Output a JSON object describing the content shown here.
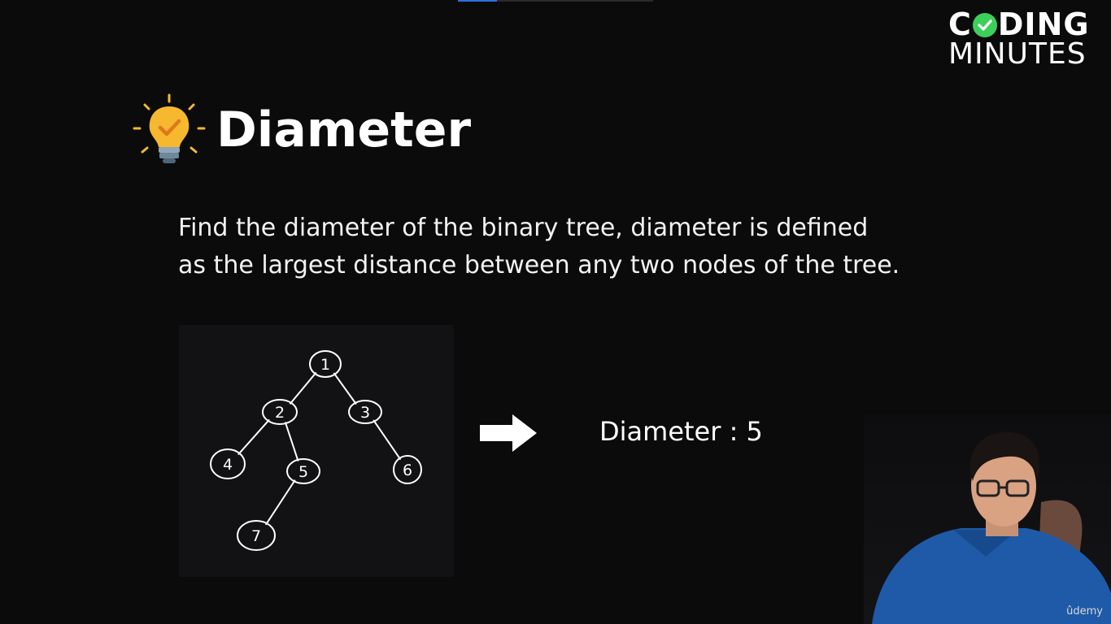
{
  "slide": {
    "title": "Diameter",
    "description_line1": "Find the diameter of the binary tree, diameter is defined",
    "description_line2": "as the largest distance between any two nodes of the tree.",
    "result": "Diameter : 5"
  },
  "logo": {
    "line1_prefix": "C",
    "line1_suffix": "DING",
    "line2": "MINUTES",
    "check_color": "#3ccf5b"
  },
  "tree": {
    "nodes": [
      {
        "id": "1",
        "label": "1"
      },
      {
        "id": "2",
        "label": "2"
      },
      {
        "id": "3",
        "label": "3"
      },
      {
        "id": "4",
        "label": "4"
      },
      {
        "id": "5",
        "label": "5"
      },
      {
        "id": "6",
        "label": "6"
      },
      {
        "id": "7",
        "label": "7"
      }
    ],
    "edges": [
      [
        "1",
        "2"
      ],
      [
        "1",
        "3"
      ],
      [
        "2",
        "4"
      ],
      [
        "2",
        "5"
      ],
      [
        "3",
        "6"
      ],
      [
        "5",
        "7"
      ]
    ]
  },
  "progress": {
    "fraction": 0.2
  },
  "icons": {
    "title_icon": "lightbulb-check-icon",
    "arrow": "right-arrow-icon"
  },
  "watermark": "ûdemy",
  "colors": {
    "background": "#0b0b0c",
    "accent": "#2f6fe0",
    "bulb": "#f5b82e"
  }
}
